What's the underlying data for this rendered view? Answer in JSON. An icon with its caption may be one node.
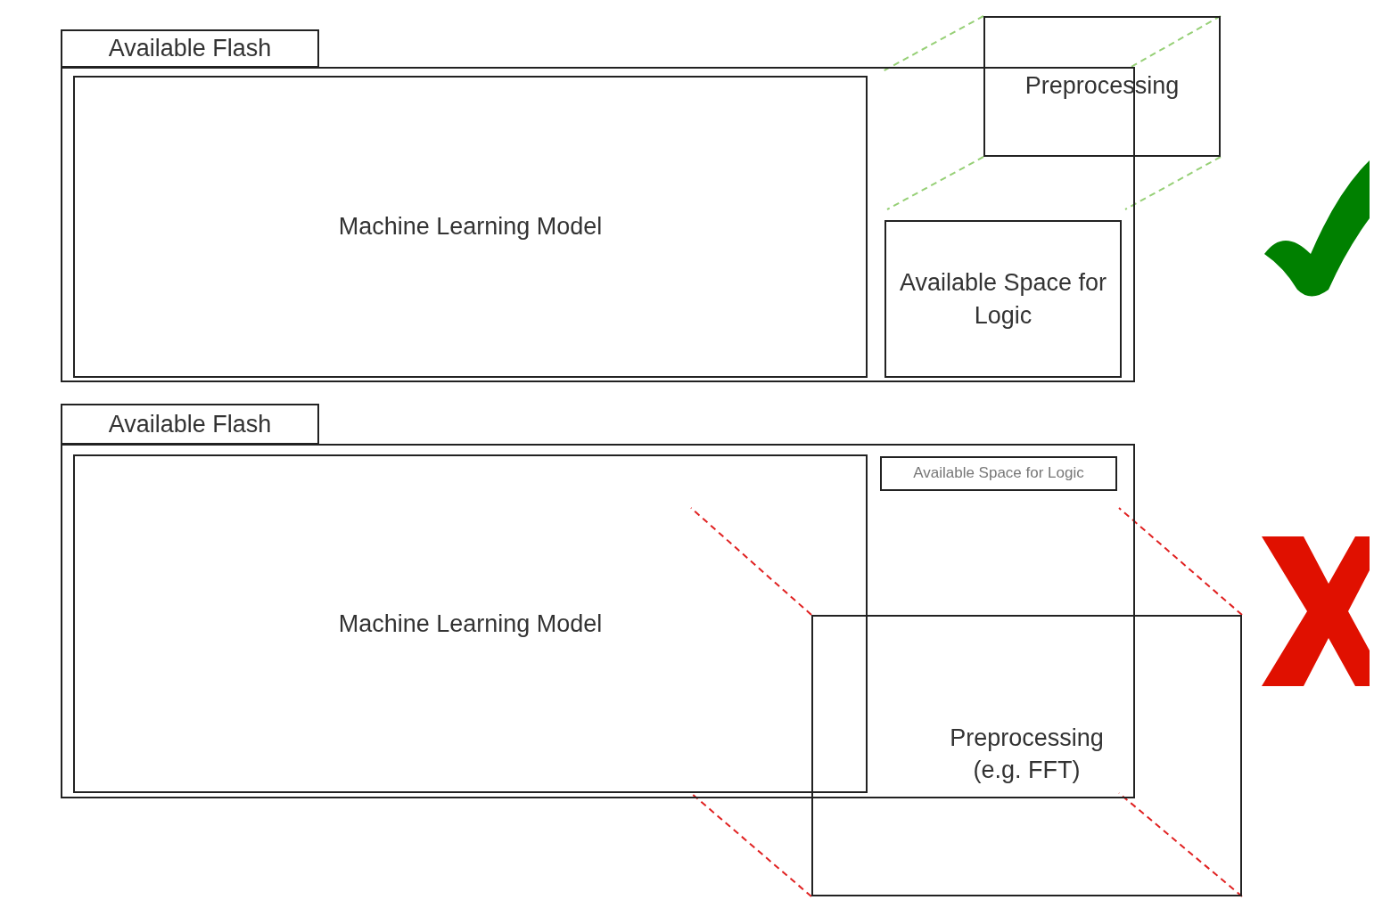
{
  "diagram": {
    "nodes": [
      {
        "text": [
          "Available Flash"
        ]
      },
      {
        "text": [],
        "shape": "box"
      },
      {
        "text": [
          "Machine Learning Model"
        ],
        "in": 1
      },
      {
        "text": [
          "Available Space for Logic"
        ],
        "in": 1
      },
      {
        "text": [
          "Preprocessing"
        ]
      },
      {
        "text": [
          "Available Flash"
        ]
      },
      {
        "text": [],
        "shape": "box"
      },
      {
        "text": [
          "Machine Learning Model"
        ],
        "in": 6
      },
      {
        "text": [
          "Available Space for Logic"
        ],
        "in": 6
      },
      {
        "text": [
          "Preprocessing (e.g. FFT)"
        ]
      }
    ],
    "edges": [
      {
        "from": 4,
        "to": 1,
        "arrow": "none",
        "style": "dashed",
        "color": "#97d077"
      },
      {
        "from": 4,
        "to": 1,
        "arrow": "none",
        "style": "dashed",
        "color": "#97d077"
      },
      {
        "from": 4,
        "to": 3,
        "arrow": "none",
        "style": "dashed",
        "color": "#97d077"
      },
      {
        "from": 4,
        "to": 3,
        "arrow": "none",
        "style": "dashed",
        "color": "#97d077"
      },
      {
        "from": 9,
        "to": 7,
        "arrow": "none",
        "style": "dashed",
        "color": "#e02020"
      },
      {
        "from": 9,
        "to": 6,
        "arrow": "none",
        "style": "dashed",
        "color": "#e02020"
      },
      {
        "from": 9,
        "to": 7,
        "arrow": "none",
        "style": "dashed",
        "color": "#e02020"
      },
      {
        "from": 9,
        "to": 6,
        "arrow": "none",
        "style": "dashed",
        "color": "#e02020"
      }
    ]
  }
}
